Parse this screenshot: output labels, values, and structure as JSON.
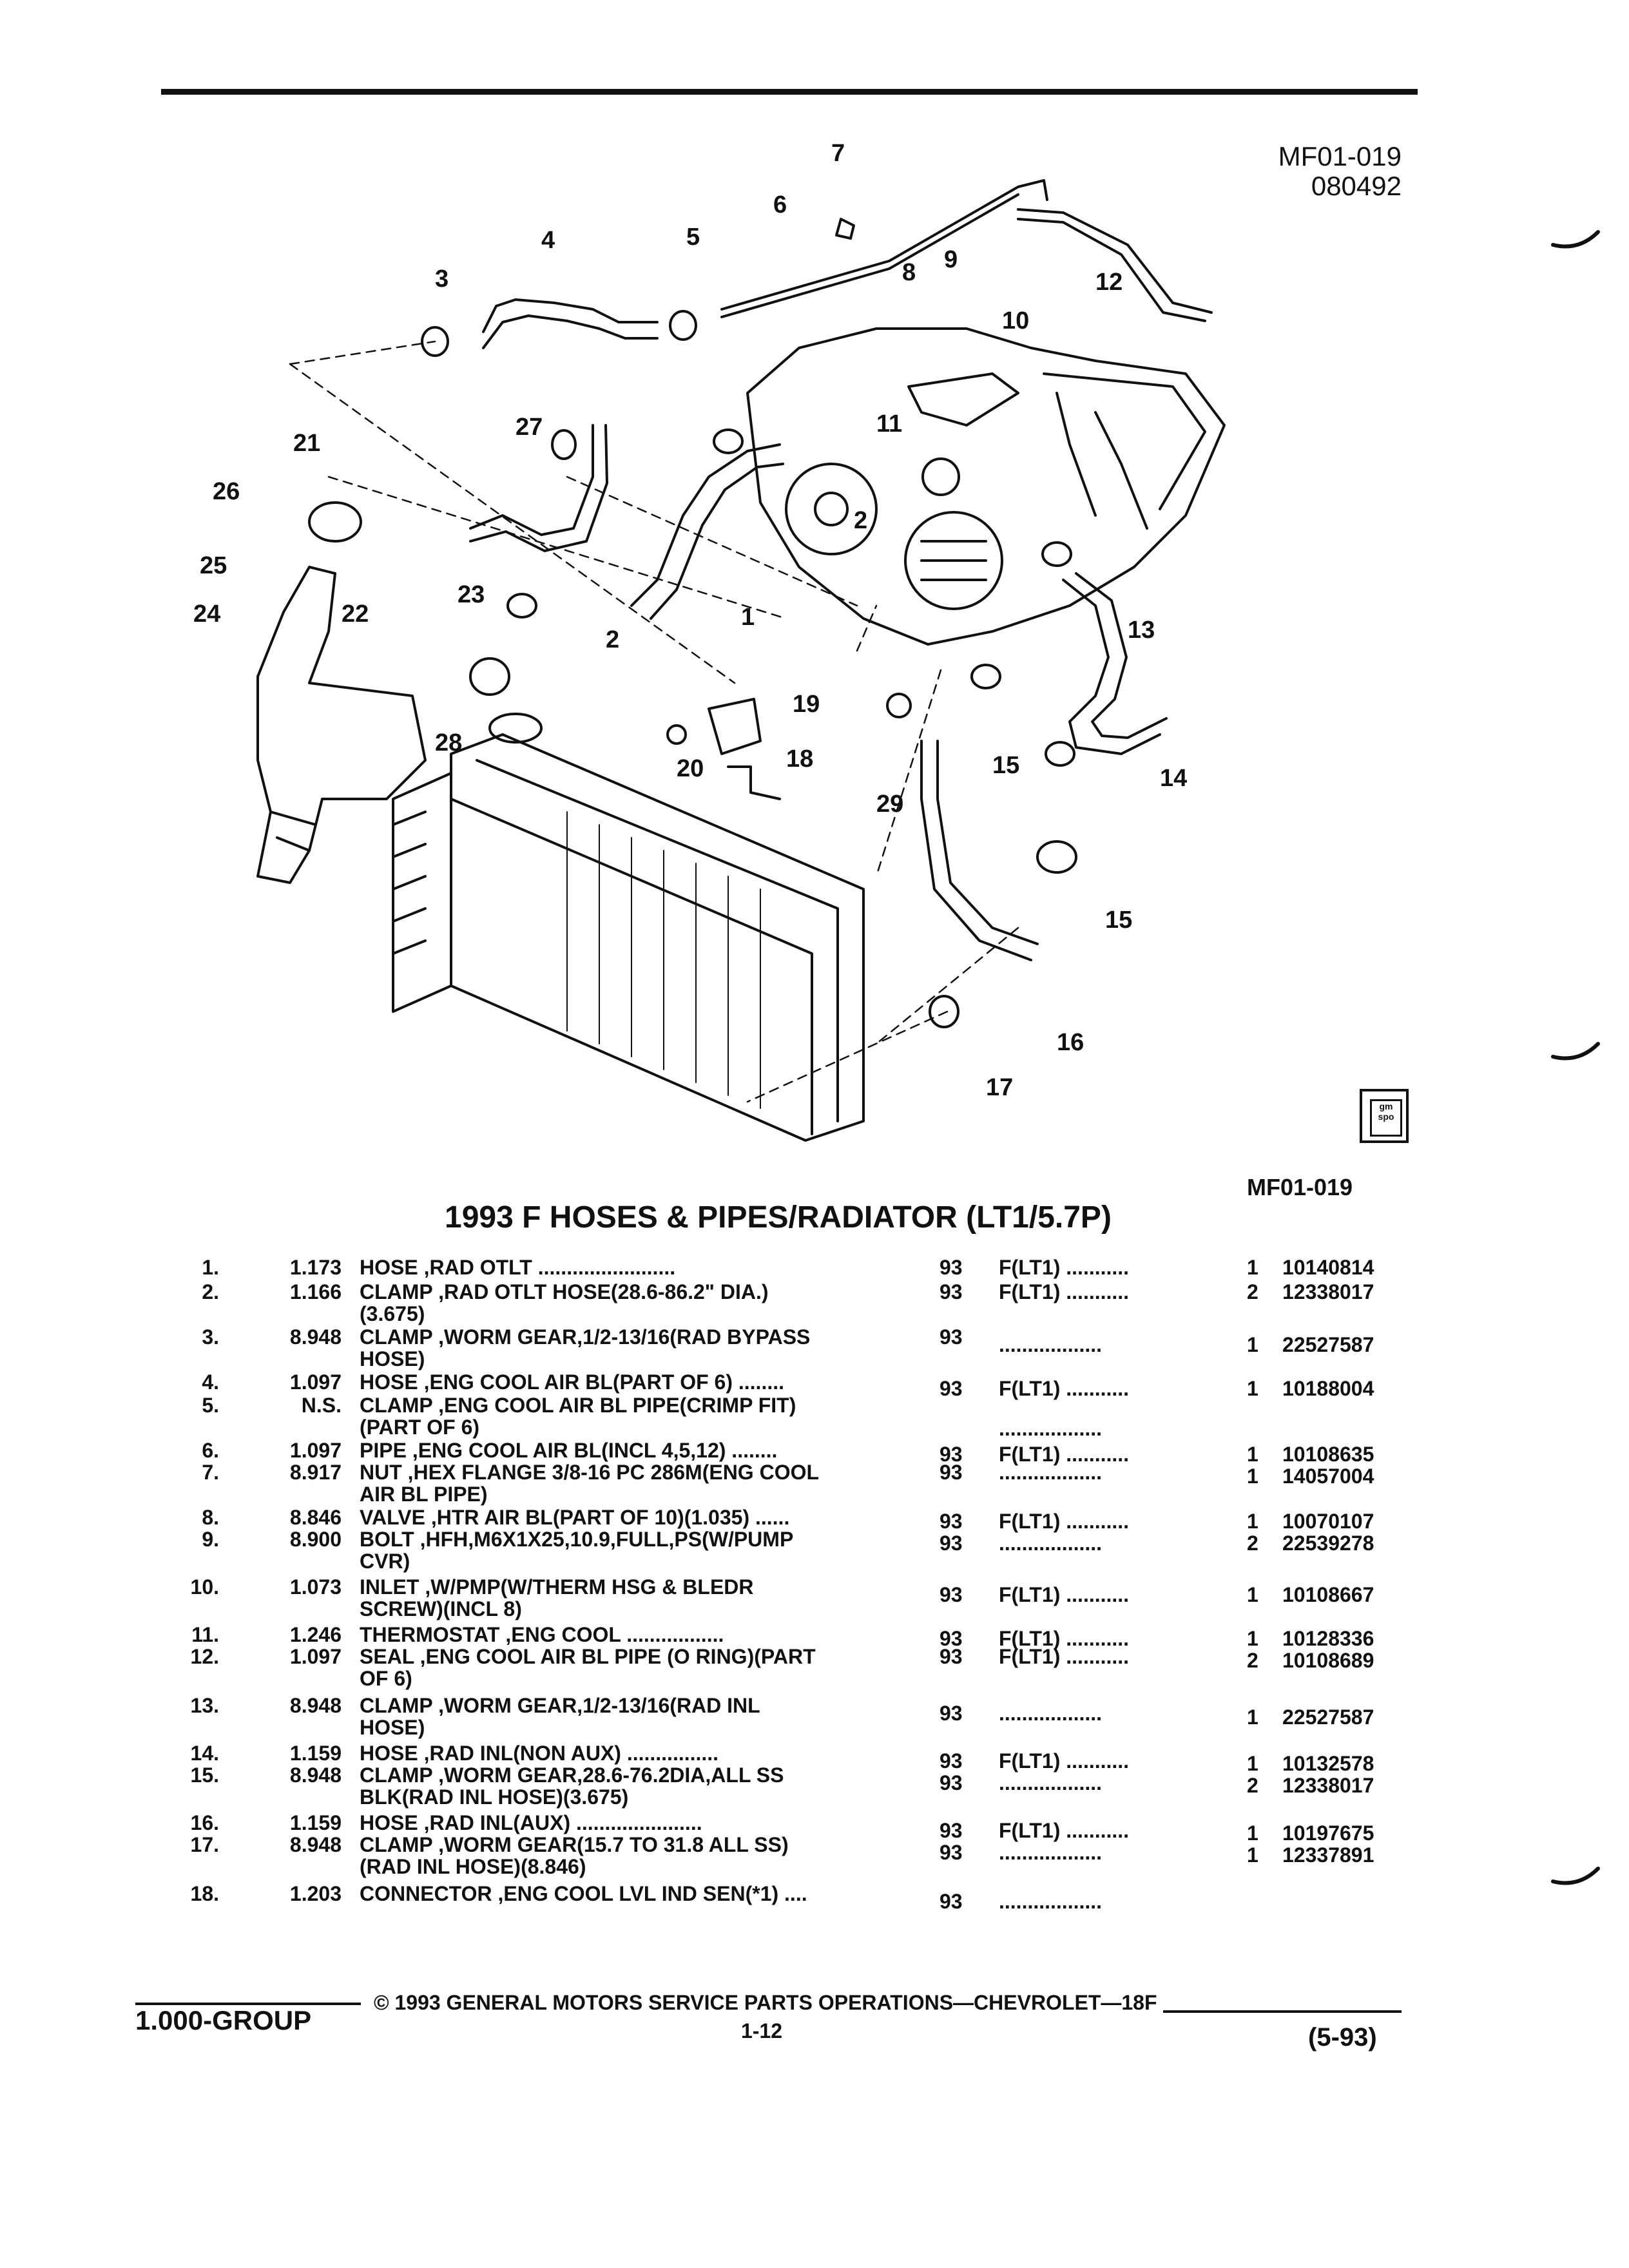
{
  "header": {
    "figure_code": "MF01-019",
    "figure_date": "080492"
  },
  "diagram": {
    "callouts": [
      "1",
      "2",
      "2",
      "3",
      "4",
      "5",
      "6",
      "7",
      "8",
      "9",
      "10",
      "11",
      "12",
      "13",
      "14",
      "15",
      "15",
      "16",
      "17",
      "18",
      "19",
      "20",
      "21",
      "22",
      "23",
      "24",
      "25",
      "26",
      "27",
      "28",
      "29"
    ]
  },
  "figure_code_bottom": "MF01-019",
  "logo_text": "gm spo",
  "title": "1993 F HOSES & PIPES/RADIATOR (LT1/5.7P)",
  "parts": [
    {
      "idx": "1.",
      "qty": "1.173",
      "desc": [
        "HOSE ,RAD OTLT ........................"
      ],
      "year": "93",
      "model": "F(LT1) ...........",
      "count": "1",
      "part": "10140814"
    },
    {
      "idx": "2.",
      "qty": "1.166",
      "desc": [
        "CLAMP ,RAD OTLT HOSE(28.6-86.2\" DIA.)",
        "(3.675)"
      ],
      "year": "93",
      "model": "F(LT1) ...........",
      "count": "2",
      "part": "12338017"
    },
    {
      "idx": "3.",
      "qty": "8.948",
      "desc": [
        "CLAMP ,WORM GEAR,1/2-13/16(RAD BYPASS",
        "HOSE)"
      ],
      "year": "93",
      "model": "..................",
      "count": "1",
      "part": "22527587"
    },
    {
      "idx": "4.",
      "qty": "1.097",
      "desc": [
        "HOSE ,ENG COOL AIR BL(PART OF 6) ........"
      ],
      "year": "93",
      "model": "F(LT1) ...........",
      "count": "1",
      "part": "10188004"
    },
    {
      "idx": "5.",
      "qty": "N.S.",
      "desc": [
        "CLAMP ,ENG COOL AIR BL PIPE(CRIMP FIT)",
        "(PART OF 6)"
      ],
      "year": "",
      "model": "..................",
      "count": "",
      "part": ""
    },
    {
      "idx": "6.",
      "qty": "1.097",
      "desc": [
        "PIPE ,ENG COOL AIR BL(INCL 4,5,12) ........"
      ],
      "year": "93",
      "model": "F(LT1) ...........",
      "count": "1",
      "part": "10108635"
    },
    {
      "idx": "7.",
      "qty": "8.917",
      "desc": [
        "NUT ,HEX FLANGE 3/8-16 PC 286M(ENG COOL",
        "AIR BL PIPE)"
      ],
      "year": "93",
      "model": "..................",
      "count": "1",
      "part": "14057004"
    },
    {
      "idx": "8.",
      "qty": "8.846",
      "desc": [
        "VALVE ,HTR AIR BL(PART OF 10)(1.035) ......"
      ],
      "year": "93",
      "model": "F(LT1) ...........",
      "count": "1",
      "part": "10070107"
    },
    {
      "idx": "9.",
      "qty": "8.900",
      "desc": [
        "BOLT ,HFH,M6X1X25,10.9,FULL,PS(W/PUMP",
        "CVR)"
      ],
      "year": "93",
      "model": "..................",
      "count": "2",
      "part": "22539278"
    },
    {
      "idx": "10.",
      "qty": "1.073",
      "desc": [
        "INLET ,W/PMP(W/THERM HSG & BLEDR",
        "SCREW)(INCL 8)"
      ],
      "year": "93",
      "model": "F(LT1) ...........",
      "count": "1",
      "part": "10108667"
    },
    {
      "idx": "11.",
      "qty": "1.246",
      "desc": [
        "THERMOSTAT ,ENG COOL ................."
      ],
      "year": "93",
      "model": "F(LT1) ...........",
      "count": "1",
      "part": "10128336"
    },
    {
      "idx": "12.",
      "qty": "1.097",
      "desc": [
        "SEAL ,ENG COOL AIR BL PIPE (O RING)(PART",
        "OF 6)"
      ],
      "year": "93",
      "model": "F(LT1) ...........",
      "count": "2",
      "part": "10108689"
    },
    {
      "idx": "13.",
      "qty": "8.948",
      "desc": [
        "CLAMP ,WORM GEAR,1/2-13/16(RAD INL",
        "HOSE)"
      ],
      "year": "93",
      "model": "..................",
      "count": "1",
      "part": "22527587"
    },
    {
      "idx": "14.",
      "qty": "1.159",
      "desc": [
        "HOSE ,RAD INL(NON AUX) ................"
      ],
      "year": "93",
      "model": "F(LT1) ...........",
      "count": "1",
      "part": "10132578"
    },
    {
      "idx": "15.",
      "qty": "8.948",
      "desc": [
        "CLAMP ,WORM GEAR,28.6-76.2DIA,ALL SS",
        "BLK(RAD INL HOSE)(3.675)"
      ],
      "year": "93",
      "model": "..................",
      "count": "2",
      "part": "12338017"
    },
    {
      "idx": "16.",
      "qty": "1.159",
      "desc": [
        "HOSE ,RAD INL(AUX) ......................"
      ],
      "year": "93",
      "model": "F(LT1) ...........",
      "count": "1",
      "part": "10197675"
    },
    {
      "idx": "17.",
      "qty": "8.948",
      "desc": [
        "CLAMP ,WORM GEAR(15.7 TO 31.8 ALL SS)",
        "(RAD INL HOSE)(8.846)"
      ],
      "year": "93",
      "model": "..................",
      "count": "1",
      "part": "12337891"
    },
    {
      "idx": "18.",
      "qty": "1.203",
      "desc": [
        "CONNECTOR ,ENG COOL LVL IND SEN(*1) ...."
      ],
      "year": "93",
      "model": "..................",
      "count": "",
      "part": ""
    }
  ],
  "footer": {
    "group": "1.000-GROUP",
    "copyright": "© 1993 GENERAL MOTORS SERVICE PARTS OPERATIONS—CHEVROLET—18F",
    "page": "1-12",
    "date": "(5-93)"
  }
}
